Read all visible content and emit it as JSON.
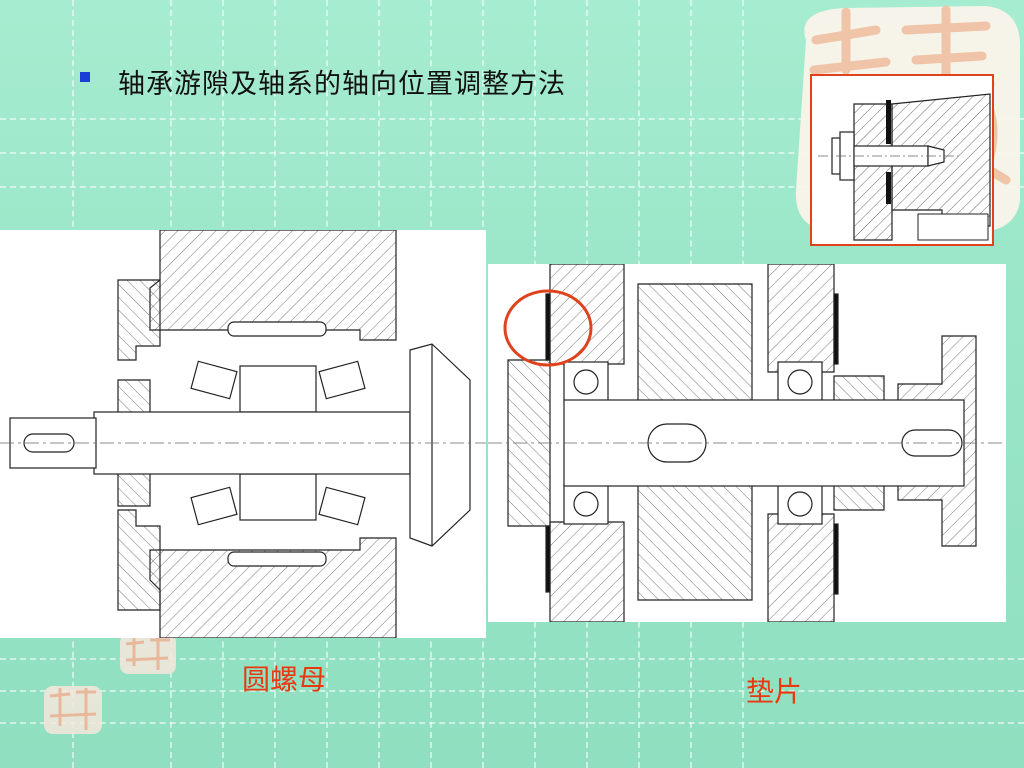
{
  "slide": {
    "title": "轴承游隙及轴系的轴向位置调整方法",
    "captions": {
      "left": "圆螺母",
      "right": "垫片"
    }
  },
  "decor": {
    "accent_color": "#e0421d",
    "bullet_color": "#1a3fd6",
    "background_color": "#9ae6c8",
    "seal_icon": "chinese-seal-stamp"
  },
  "figures": [
    {
      "id": "left-drawing",
      "kind": "bearing-assembly-round-nut"
    },
    {
      "id": "right-drawing",
      "kind": "shaft-assembly-shim"
    },
    {
      "id": "inset-detail",
      "kind": "bolt-and-shim-detail"
    }
  ]
}
